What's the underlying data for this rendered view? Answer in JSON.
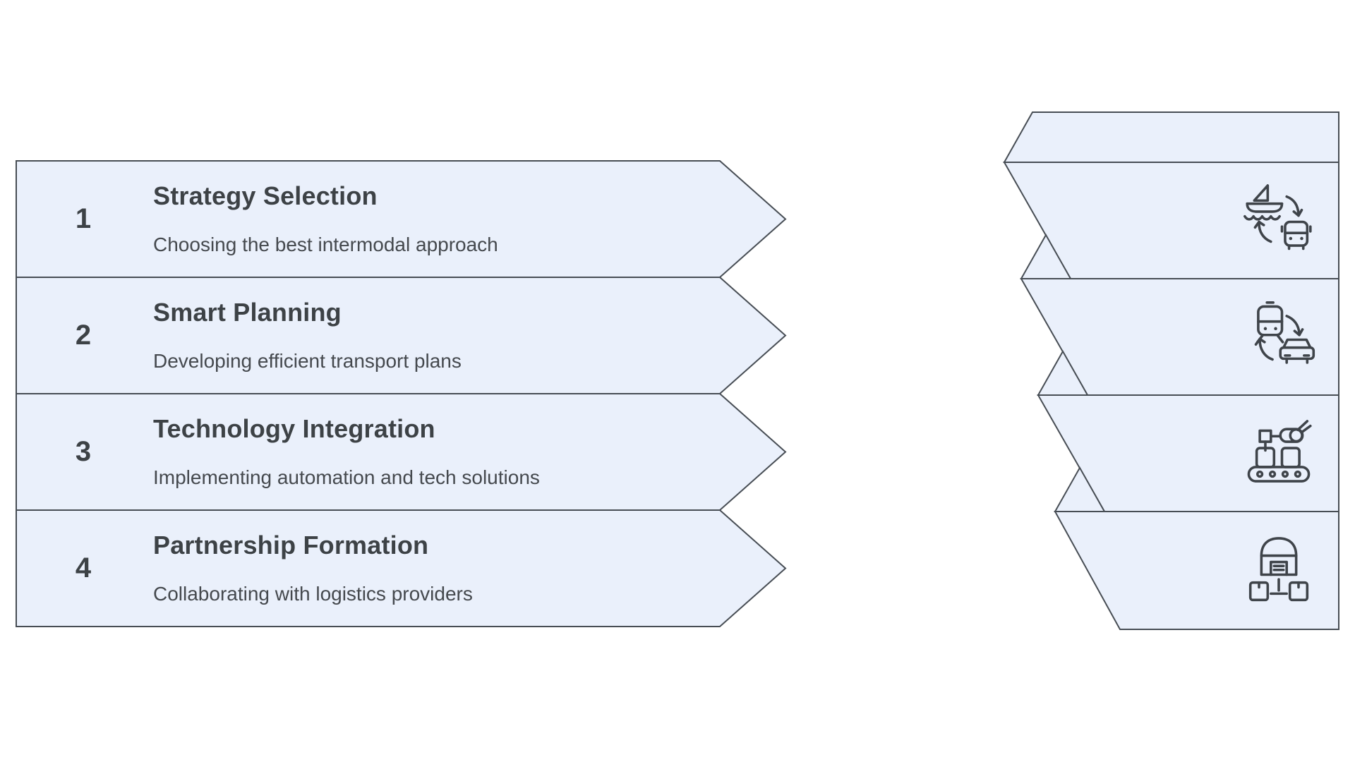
{
  "diagram_title": "",
  "colors": {
    "background": "#FFFFFF",
    "shape_fill": "#EAF0FB",
    "shape_border": "#474D54",
    "title_text": "#3D4246",
    "description_text": "#45494E",
    "icon_stroke": "#3F444A"
  },
  "steps": [
    {
      "number": "1",
      "title": "Strategy Selection",
      "description": "Choosing the best intermodal approach",
      "icon": "ship-to-bus-transfer-icon"
    },
    {
      "number": "2",
      "title": "Smart Planning",
      "description": "Developing efficient transport plans",
      "icon": "train-to-car-transfer-icon"
    },
    {
      "number": "3",
      "title": "Technology Integration",
      "description": "Implementing automation and tech solutions",
      "icon": "robotic-arm-conveyor-icon"
    },
    {
      "number": "4",
      "title": "Partnership Formation",
      "description": "Collaborating with logistics providers",
      "icon": "warehouse-distribution-icon"
    }
  ]
}
